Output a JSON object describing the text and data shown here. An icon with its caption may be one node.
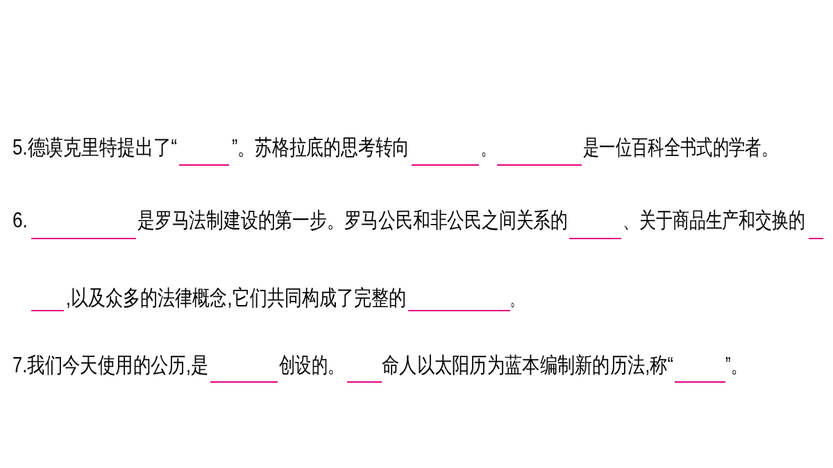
{
  "diagram": {
    "labels": [
      "5.德谟克里特提出了“",
      "”。苏格拉底的思考转向",
      "。",
      "是一位百科全书式的学者。",
      "6.",
      "是罗马法制建设的第一步。罗马公民和非公民之间关系的",
      "、关于商品生产和交换的",
      ",以及众多的法律概念,它们共同构成了完整的",
      "。",
      "7.我们今天使用的公历,是",
      "创设的。",
      "命人以太阳历为蓝本编制新的历法,称“",
      "”。"
    ]
  }
}
